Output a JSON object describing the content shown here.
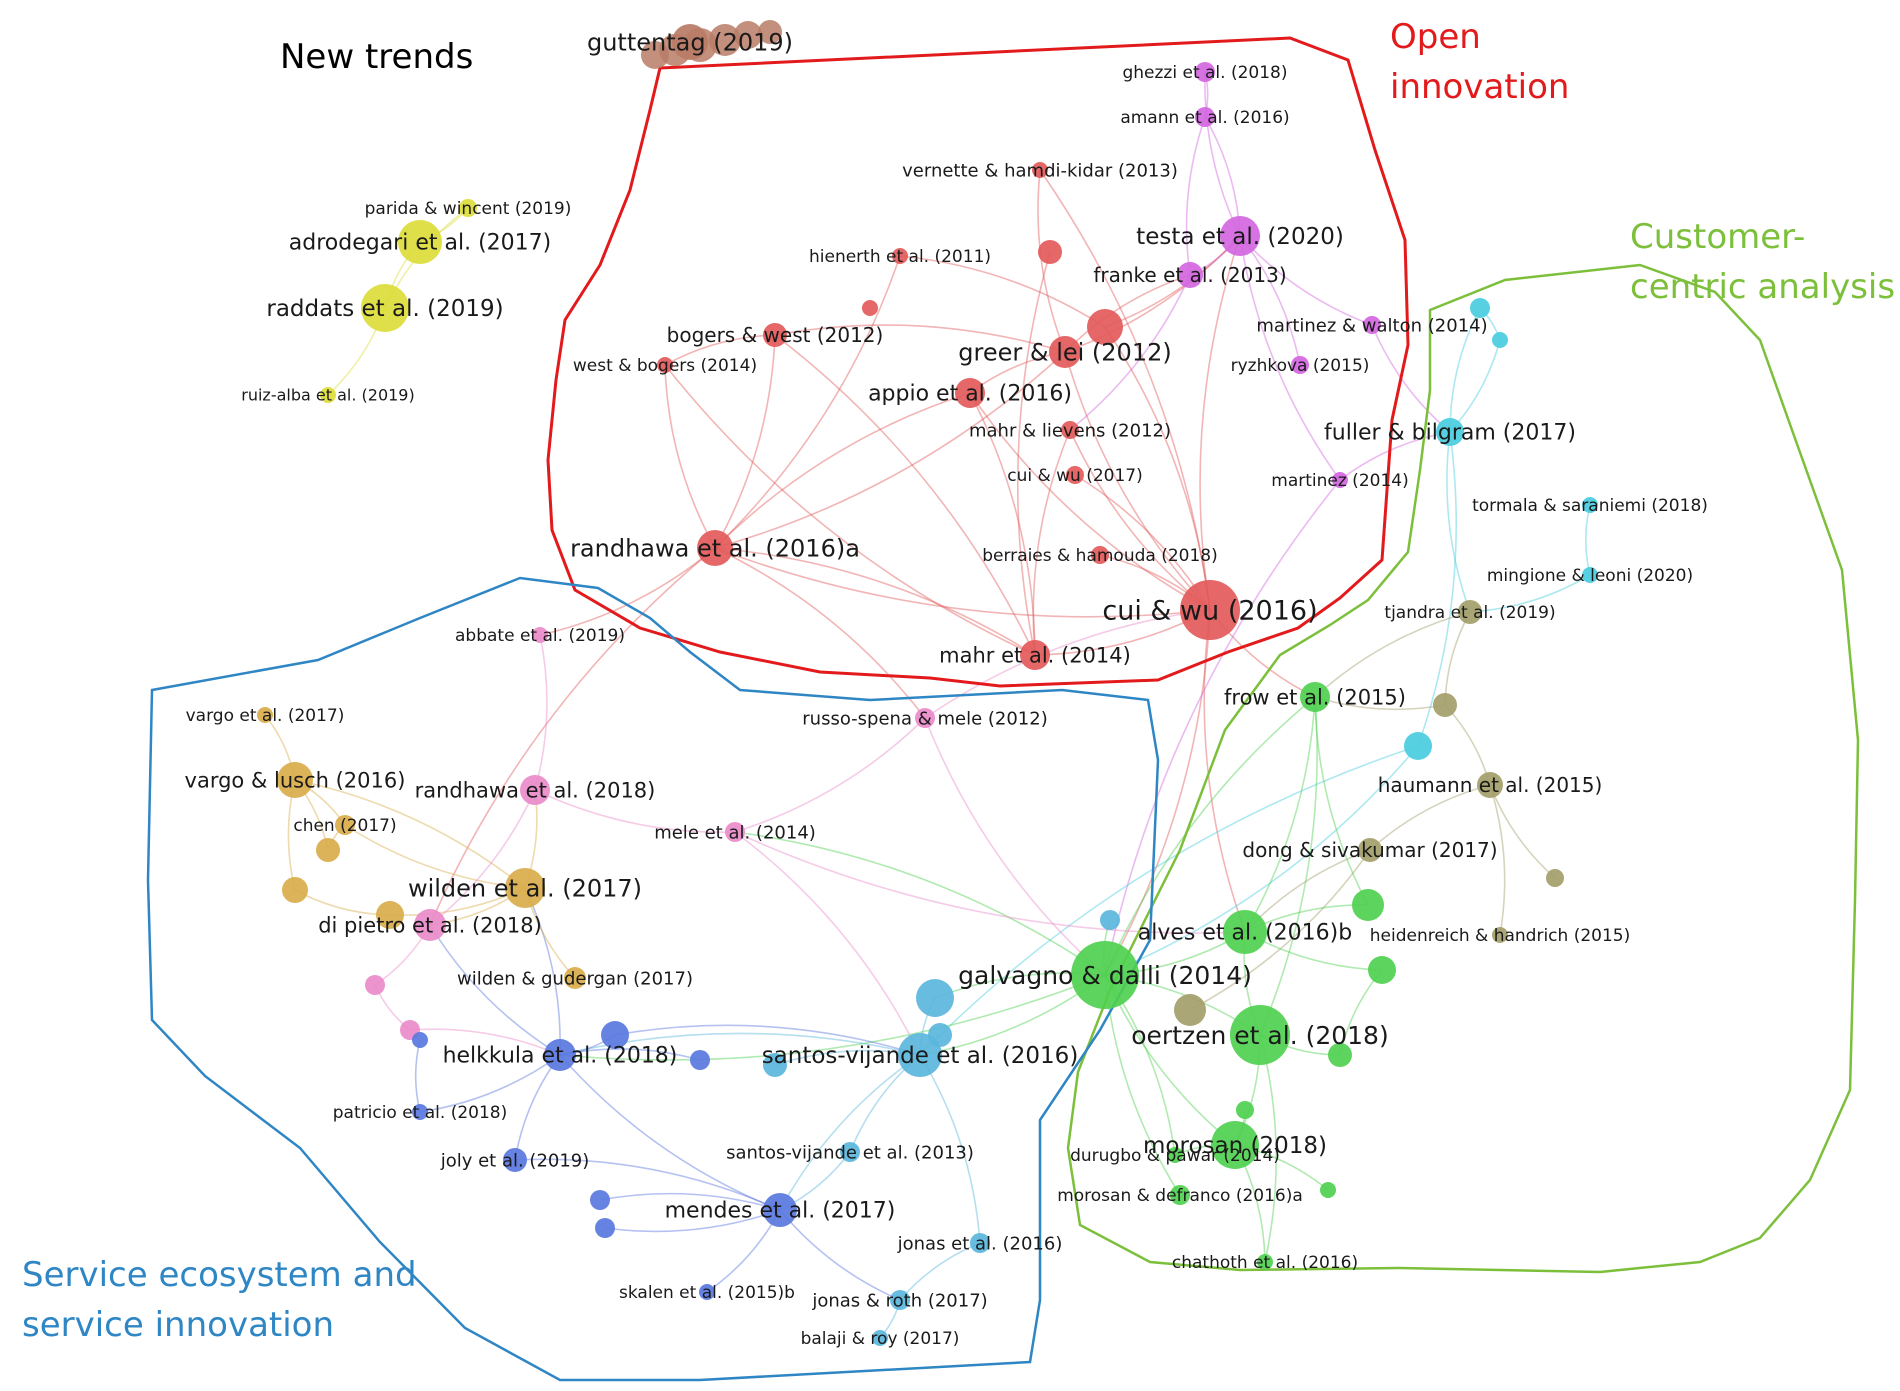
{
  "colors": {
    "background": "#ffffff",
    "open_innovation": "#e31a1c",
    "customer_centric": "#7cbf3b",
    "service_ecosystem": "#2f86c4",
    "new_trends": "#000000",
    "cluster_red": "#e35a5a",
    "cluster_purple": "#d266e0",
    "cluster_yellow": "#dcdc3a",
    "cluster_brown": "#b97c66",
    "cluster_green": "#4fd04f",
    "cluster_olive": "#a39e6a",
    "cluster_cyan": "#49cde0",
    "cluster_lightblue": "#5ab6dc",
    "cluster_blue": "#5a78e0",
    "cluster_pink": "#e98bc9",
    "cluster_orange": "#d9ad4a"
  },
  "regions": [
    {
      "id": "open",
      "title_lines": [
        "Open",
        "innovation"
      ],
      "color_key": "open_innovation"
    },
    {
      "id": "customer",
      "title_lines": [
        "Customer-",
        "centric analysis"
      ],
      "color_key": "customer_centric"
    },
    {
      "id": "service",
      "title_lines": [
        "Service ecosystem and",
        "service innovation"
      ],
      "color_key": "service_ecosystem"
    },
    {
      "id": "trends",
      "title_lines": [
        "New trends"
      ],
      "color_key": "new_trends"
    }
  ],
  "nodes": [
    {
      "id": "guttentag",
      "label": "guttentag (2019)",
      "cluster": "brown"
    },
    {
      "id": "parida",
      "label": "parida & wincent (2019)",
      "cluster": "yellow"
    },
    {
      "id": "adrodegari",
      "label": "adrodegari et al. (2017)",
      "cluster": "yellow"
    },
    {
      "id": "raddats",
      "label": "raddats et al. (2019)",
      "cluster": "yellow"
    },
    {
      "id": "ruizalba",
      "label": "ruiz-alba et al. (2019)",
      "cluster": "yellow"
    },
    {
      "id": "ghezzi",
      "label": "ghezzi et al. (2018)",
      "cluster": "purple"
    },
    {
      "id": "amann",
      "label": "amann et al. (2016)",
      "cluster": "purple"
    },
    {
      "id": "testa",
      "label": "testa et al. (2020)",
      "cluster": "purple"
    },
    {
      "id": "franke",
      "label": "franke et al. (2013)",
      "cluster": "purple"
    },
    {
      "id": "martinezwalton",
      "label": "martinez & walton (2014)",
      "cluster": "purple"
    },
    {
      "id": "ryzhkova",
      "label": "ryzhkova (2015)",
      "cluster": "purple"
    },
    {
      "id": "martinez",
      "label": "martinez (2014)",
      "cluster": "purple"
    },
    {
      "id": "vernette",
      "label": "vernette & hamdi-kidar (2013)",
      "cluster": "red"
    },
    {
      "id": "hienerth",
      "label": "hienerth et al. (2011)",
      "cluster": "red"
    },
    {
      "id": "bogerswest",
      "label": "bogers & west (2012)",
      "cluster": "red"
    },
    {
      "id": "westbogers",
      "label": "west & bogers (2014)",
      "cluster": "red"
    },
    {
      "id": "greer",
      "label": "greer & lei (2012)",
      "cluster": "red"
    },
    {
      "id": "appio",
      "label": "appio et al. (2016)",
      "cluster": "red"
    },
    {
      "id": "mahrlievens",
      "label": "mahr & lievens (2012)",
      "cluster": "red"
    },
    {
      "id": "cuiwu2017",
      "label": "cui & wu (2017)",
      "cluster": "red"
    },
    {
      "id": "randhawa2016",
      "label": "randhawa et al. (2016)a",
      "cluster": "red"
    },
    {
      "id": "berraies",
      "label": "berraies & hamouda (2018)",
      "cluster": "red"
    },
    {
      "id": "cuiwu2016",
      "label": "cui & wu (2016)",
      "cluster": "red"
    },
    {
      "id": "mahr2014",
      "label": "mahr et al. (2014)",
      "cluster": "red"
    },
    {
      "id": "red_a",
      "label": "",
      "cluster": "red"
    },
    {
      "id": "red_b",
      "label": "",
      "cluster": "red"
    },
    {
      "id": "red_c",
      "label": "",
      "cluster": "red"
    },
    {
      "id": "fuller",
      "label": "fuller & bilgram (2017)",
      "cluster": "cyan"
    },
    {
      "id": "tormala",
      "label": "tormala & saraniemi (2018)",
      "cluster": "cyan"
    },
    {
      "id": "mingione",
      "label": "mingione & leoni (2020)",
      "cluster": "cyan"
    },
    {
      "id": "cyan_a",
      "label": "",
      "cluster": "cyan"
    },
    {
      "id": "cyan_b",
      "label": "",
      "cluster": "cyan"
    },
    {
      "id": "cyan_c",
      "label": "",
      "cluster": "cyan"
    },
    {
      "id": "tjandra",
      "label": "tjandra et al. (2019)",
      "cluster": "olive"
    },
    {
      "id": "haumann",
      "label": "haumann et al. (2015)",
      "cluster": "olive"
    },
    {
      "id": "dong",
      "label": "dong & sivakumar (2017)",
      "cluster": "olive"
    },
    {
      "id": "heidenreich",
      "label": "heidenreich & handrich (2015)",
      "cluster": "olive"
    },
    {
      "id": "olive_a",
      "label": "",
      "cluster": "olive"
    },
    {
      "id": "olive_b",
      "label": "",
      "cluster": "olive"
    },
    {
      "id": "olive_c",
      "label": "",
      "cluster": "olive"
    },
    {
      "id": "olive_d",
      "label": "",
      "cluster": "olive"
    },
    {
      "id": "frow",
      "label": "frow et al. (2015)",
      "cluster": "green"
    },
    {
      "id": "alves",
      "label": "alves et al. (2016)b",
      "cluster": "green"
    },
    {
      "id": "galvagno",
      "label": "galvagno & dalli (2014)",
      "cluster": "green"
    },
    {
      "id": "oertzen",
      "label": "oertzen et al. (2018)",
      "cluster": "green"
    },
    {
      "id": "morosan2018",
      "label": "morosan (2018)",
      "cluster": "green"
    },
    {
      "id": "durugbo",
      "label": "durugbo & pawar (2014)",
      "cluster": "green"
    },
    {
      "id": "morosandefranco",
      "label": "morosan & defranco (2016)a",
      "cluster": "green"
    },
    {
      "id": "chathoth",
      "label": "chathoth et al. (2016)",
      "cluster": "green"
    },
    {
      "id": "green_a",
      "label": "",
      "cluster": "green"
    },
    {
      "id": "green_b",
      "label": "",
      "cluster": "green"
    },
    {
      "id": "green_c",
      "label": "",
      "cluster": "green"
    },
    {
      "id": "green_d",
      "label": "",
      "cluster": "green"
    },
    {
      "id": "green_e",
      "label": "",
      "cluster": "green"
    },
    {
      "id": "abbate",
      "label": "abbate et al. (2019)",
      "cluster": "pink"
    },
    {
      "id": "russospena",
      "label": "russo-spena & mele (2012)",
      "cluster": "pink"
    },
    {
      "id": "randhawa2018",
      "label": "randhawa et al. (2018)",
      "cluster": "pink"
    },
    {
      "id": "mele",
      "label": "mele et al. (2014)",
      "cluster": "pink"
    },
    {
      "id": "dipietro",
      "label": "di pietro et al. (2018)",
      "cluster": "pink"
    },
    {
      "id": "pink_a",
      "label": "",
      "cluster": "pink"
    },
    {
      "id": "pink_b",
      "label": "",
      "cluster": "pink"
    },
    {
      "id": "vargo2017",
      "label": "vargo et al. (2017)",
      "cluster": "orange"
    },
    {
      "id": "vargolusch",
      "label": "vargo & lusch (2016)",
      "cluster": "orange"
    },
    {
      "id": "chen",
      "label": "chen (2017)",
      "cluster": "orange"
    },
    {
      "id": "wilden",
      "label": "wilden et al. (2017)",
      "cluster": "orange"
    },
    {
      "id": "wildengudergan",
      "label": "wilden & gudergan (2017)",
      "cluster": "orange"
    },
    {
      "id": "orange_a",
      "label": "",
      "cluster": "orange"
    },
    {
      "id": "orange_b",
      "label": "",
      "cluster": "orange"
    },
    {
      "id": "orange_c",
      "label": "",
      "cluster": "orange"
    },
    {
      "id": "helkkula",
      "label": "helkkula et al. (2018)",
      "cluster": "blue"
    },
    {
      "id": "patricio",
      "label": "patricio et al. (2018)",
      "cluster": "blue"
    },
    {
      "id": "joly",
      "label": "joly et al. (2019)",
      "cluster": "blue"
    },
    {
      "id": "mendes",
      "label": "mendes et al. (2017)",
      "cluster": "blue"
    },
    {
      "id": "skalen",
      "label": "skalen et al. (2015)b",
      "cluster": "blue"
    },
    {
      "id": "blue_a",
      "label": "",
      "cluster": "blue"
    },
    {
      "id": "blue_b",
      "label": "",
      "cluster": "blue"
    },
    {
      "id": "blue_c",
      "label": "",
      "cluster": "blue"
    },
    {
      "id": "blue_d",
      "label": "",
      "cluster": "blue"
    },
    {
      "id": "blue_e",
      "label": "",
      "cluster": "blue"
    },
    {
      "id": "santos2016",
      "label": "santos-vijande et al. (2016)",
      "cluster": "lightblue"
    },
    {
      "id": "santos2013",
      "label": "santos-vijande et al. (2013)",
      "cluster": "lightblue"
    },
    {
      "id": "jonas2016",
      "label": "jonas et al. (2016)",
      "cluster": "lightblue"
    },
    {
      "id": "jonasroth",
      "label": "jonas & roth (2017)",
      "cluster": "lightblue"
    },
    {
      "id": "balaji",
      "label": "balaji & roy (2017)",
      "cluster": "lightblue"
    },
    {
      "id": "lb_a",
      "label": "",
      "cluster": "lightblue"
    },
    {
      "id": "lb_b",
      "label": "",
      "cluster": "lightblue"
    },
    {
      "id": "lb_c",
      "label": "",
      "cluster": "lightblue"
    },
    {
      "id": "lb_d",
      "label": "",
      "cluster": "lightblue"
    }
  ]
}
